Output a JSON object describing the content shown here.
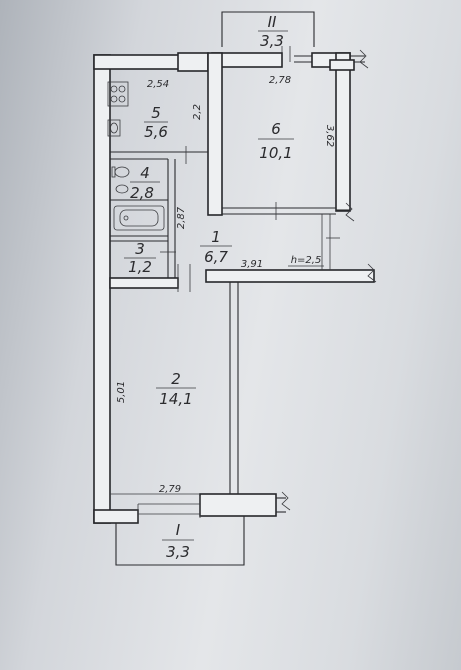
{
  "rooms": [
    {
      "id": "1",
      "num": "1",
      "area": "6,7"
    },
    {
      "id": "2",
      "num": "2",
      "area": "14,1"
    },
    {
      "id": "3",
      "num": "3",
      "area": "1,2"
    },
    {
      "id": "4",
      "num": "4",
      "area": "2,8"
    },
    {
      "id": "5",
      "num": "5",
      "area": "5,6"
    },
    {
      "id": "6",
      "num": "6",
      "area": "10,1"
    }
  ],
  "balconies": [
    {
      "id": "II",
      "num": "II",
      "area": "3,3"
    },
    {
      "id": "I",
      "num": "I",
      "area": "3,3"
    }
  ],
  "dimensions": {
    "d254": "2,54",
    "d22": "2,2",
    "d278": "2,78",
    "d362": "3,62",
    "d287": "2,87",
    "d391": "3,91",
    "d_h": "h=2,5",
    "d501": "5,01",
    "d279": "2,79"
  }
}
